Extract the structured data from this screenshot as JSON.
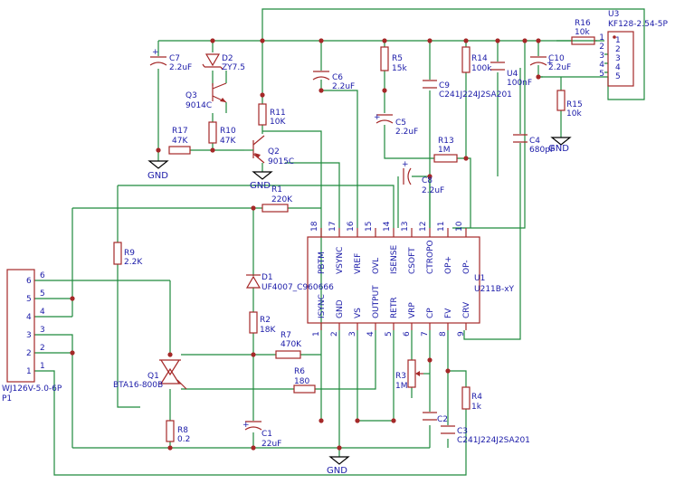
{
  "components": {
    "U1": {
      "ref": "U1",
      "value": "U211B-xY",
      "top_pins": [
        {
          "num": "18",
          "name": "PBTM"
        },
        {
          "num": "17",
          "name": "VSYNC"
        },
        {
          "num": "16",
          "name": "VREF"
        },
        {
          "num": "15",
          "name": "OVL"
        },
        {
          "num": "14",
          "name": "ISENSE"
        },
        {
          "num": "13",
          "name": "CSOFT"
        },
        {
          "num": "12",
          "name": "CTROPO"
        },
        {
          "num": "11",
          "name": "OP+"
        },
        {
          "num": "10",
          "name": "OP-"
        }
      ],
      "bottom_pins": [
        {
          "num": "1",
          "name": "ISYNC"
        },
        {
          "num": "2",
          "name": "GND"
        },
        {
          "num": "3",
          "name": "VS"
        },
        {
          "num": "4",
          "name": "OUTPUT"
        },
        {
          "num": "5",
          "name": "RETR"
        },
        {
          "num": "6",
          "name": "VRP"
        },
        {
          "num": "7",
          "name": "CP"
        },
        {
          "num": "8",
          "name": "FV"
        },
        {
          "num": "9",
          "name": "CRV"
        }
      ]
    },
    "U3": {
      "ref": "U3",
      "value": "KF128-2.54-5P",
      "pins": [
        "1",
        "2",
        "3",
        "4",
        "5"
      ]
    },
    "P1": {
      "ref": "P1",
      "value": "WJ126V-5.0-6P",
      "pins": [
        "6",
        "5",
        "4",
        "3",
        "2",
        "1"
      ]
    },
    "C7": {
      "ref": "C7",
      "value": "2.2uF"
    },
    "D2": {
      "ref": "D2",
      "value": "ZY7.5"
    },
    "Q3": {
      "ref": "Q3",
      "value": "9014C"
    },
    "R11": {
      "ref": "R11",
      "value": "10K"
    },
    "R10": {
      "ref": "R10",
      "value": "47K"
    },
    "R17": {
      "ref": "R17",
      "value": "47K"
    },
    "Q2": {
      "ref": "Q2",
      "value": "9015C"
    },
    "C6": {
      "ref": "C6",
      "value": "2.2uF"
    },
    "R5": {
      "ref": "R5",
      "value": "15k"
    },
    "C5": {
      "ref": "C5",
      "value": "2.2uF"
    },
    "C9": {
      "ref": "C9",
      "value": "C241J224J2SA201"
    },
    "R14": {
      "ref": "R14",
      "value": "100k"
    },
    "U4": {
      "ref": "U4",
      "value": "100nF"
    },
    "C10": {
      "ref": "C10",
      "value": "2.2uF"
    },
    "R16": {
      "ref": "R16",
      "value": "10k"
    },
    "R15": {
      "ref": "R15",
      "value": "10k"
    },
    "R13": {
      "ref": "R13",
      "value": "1M"
    },
    "C4": {
      "ref": "C4",
      "value": "680pF"
    },
    "C8": {
      "ref": "C8",
      "value": "2.2uF"
    },
    "R1": {
      "ref": "R1",
      "value": "220K"
    },
    "R9": {
      "ref": "R9",
      "value": "2.2K"
    },
    "D1": {
      "ref": "D1",
      "value": "UF4007_C960666"
    },
    "R2": {
      "ref": "R2",
      "value": "18K"
    },
    "R7": {
      "ref": "R7",
      "value": "470K"
    },
    "R6": {
      "ref": "R6",
      "value": "180"
    },
    "Q1": {
      "ref": "Q1",
      "value": "BTA16-800B"
    },
    "R8": {
      "ref": "R8",
      "value": "0.2"
    },
    "C1": {
      "ref": "C1",
      "value": "22uF"
    },
    "R3": {
      "ref": "R3",
      "value": "1M"
    },
    "C2": {
      "ref": "C2",
      "value": ""
    },
    "C3": {
      "ref": "C3",
      "value": "C241J224J2SA201"
    },
    "R4": {
      "ref": "R4",
      "value": "1k"
    }
  },
  "ground_label": "GND"
}
